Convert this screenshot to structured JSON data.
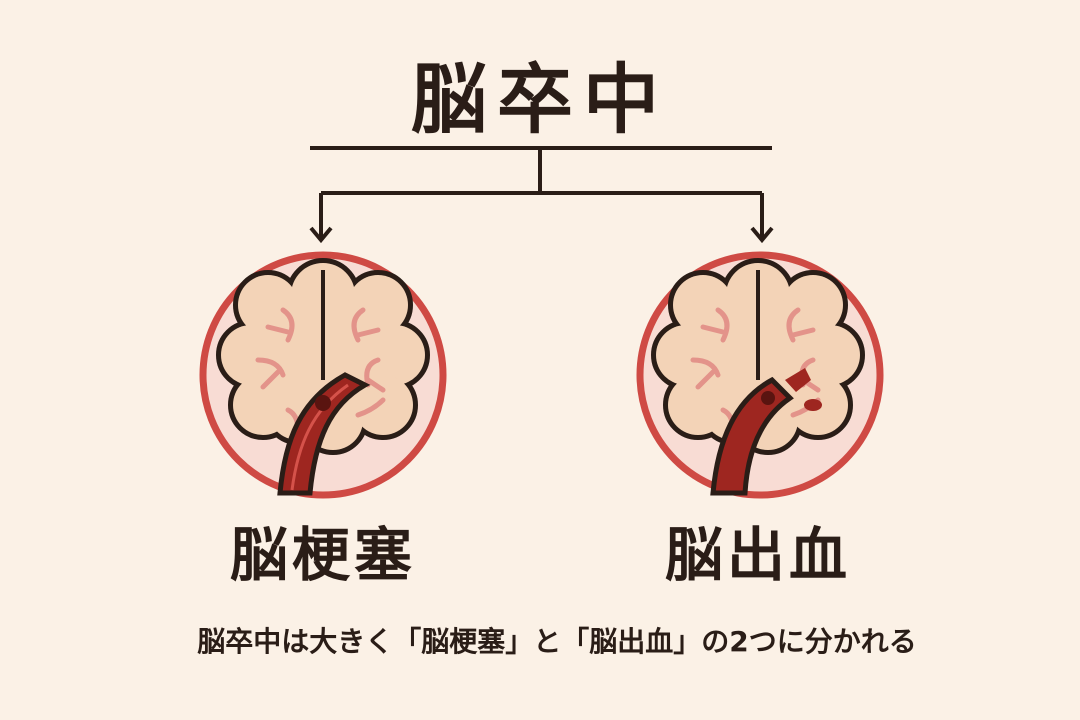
{
  "title": "脳卒中",
  "categories": [
    {
      "label": "脳梗塞",
      "icon": "brain-blocked-vessel-icon"
    },
    {
      "label": "脳出血",
      "icon": "brain-ruptured-vessel-icon"
    }
  ],
  "caption": "脳卒中は大きく「脳梗塞」と「脳出血」の2つに分かれる",
  "colors": {
    "background": "#fbf1e6",
    "ring": "#cf4a44",
    "circle_fill": "#f8dcd4",
    "brain": "#f3d3b7",
    "vessel": "#9e2620",
    "line": "#2a1d17"
  }
}
